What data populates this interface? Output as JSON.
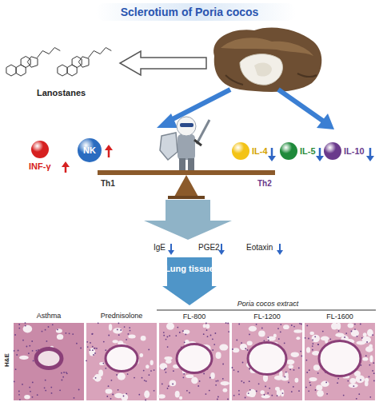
{
  "diagram": {
    "title": "Sclerotium of Poria cocos",
    "nodes": [
      {
        "text": [
          "INF-γ"
        ]
      },
      {
        "text": [
          "NK"
        ]
      },
      {
        "text": [
          "IL-4"
        ]
      },
      {
        "text": [
          "IL-5"
        ]
      },
      {
        "text": [
          "IL-10"
        ]
      },
      {
        "text": [
          "Lung tissue"
        ]
      }
    ],
    "labels": [
      "Lanostanes",
      "Th1",
      "Th2",
      "IgE",
      "PGE2",
      "Eotaxin",
      "Asthma",
      "Prednisolone",
      "Poria cocos extract",
      "FL-800",
      "FL-1200",
      "FL-1600",
      "H&E"
    ]
  }
}
